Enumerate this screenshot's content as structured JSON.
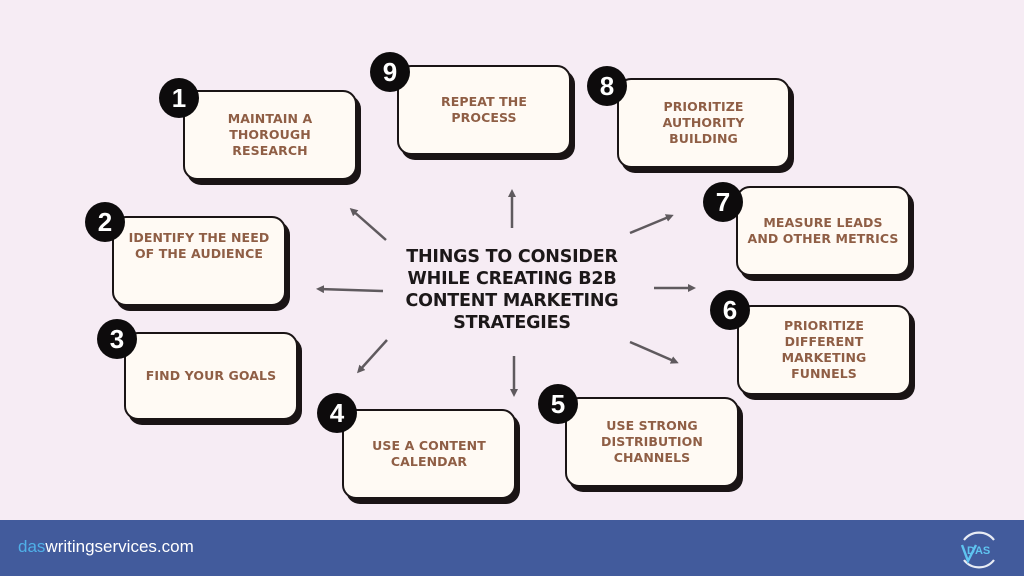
{
  "diagram": {
    "center_title": "THINGS TO CONSIDER\nWHILE CREATING B2B\nCONTENT MARKETING\nSTRATEGIES",
    "steps": [
      {
        "number": "1",
        "label": "MAINTAIN A\nTHOROUGH\nRESEARCH"
      },
      {
        "number": "2",
        "label": "IDENTIFY THE NEED\nOF THE AUDIENCE"
      },
      {
        "number": "3",
        "label": "FIND YOUR GOALS"
      },
      {
        "number": "4",
        "label": "USE A CONTENT\nCALENDAR"
      },
      {
        "number": "5",
        "label": "USE STRONG\nDISTRIBUTION\nCHANNELS"
      },
      {
        "number": "6",
        "label": "PRIORITIZE\nDIFFERENT\nMARKETING FUNNELS"
      },
      {
        "number": "7",
        "label": "MEASURE LEADS\nAND OTHER METRICS"
      },
      {
        "number": "8",
        "label": "PRIORITIZE\nAUTHORITY\nBUILDING"
      },
      {
        "number": "9",
        "label": "REPEAT THE PROCESS"
      }
    ]
  },
  "footer": {
    "site_prefix": "das",
    "site_rest": "writingservices.com",
    "logo_text": "DAS"
  },
  "colors": {
    "background": "#f6ecf4",
    "card_fill": "#fffaf4",
    "card_border": "#1a1415",
    "label_text": "#8f5e45",
    "badge": "#0d0b0c",
    "arrow": "#5f5a5e",
    "footer_bg": "#425b9c",
    "footer_accent": "#4fb0e8"
  }
}
